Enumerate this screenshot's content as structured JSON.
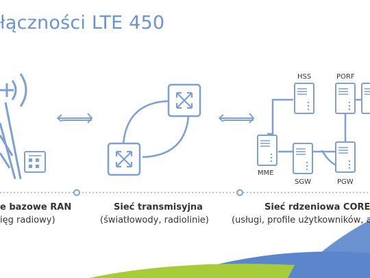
{
  "title": "łączności LTE 450",
  "nodes": {
    "hss": "HSS",
    "porf": "PORF",
    "mme": "MME",
    "sgw": "SGW",
    "pgw": "PGW"
  },
  "sections": {
    "ran": {
      "title": "e bazowe RAN",
      "subtitle": "ięg radiowy)"
    },
    "transmission": {
      "title": "Sieć transmisyjna",
      "subtitle": "(światłowody, radiolinie)"
    },
    "core": {
      "title": "Sieć rdzeniowa CORE",
      "subtitle": "(usługi, profile użytkowników, au"
    }
  },
  "colors": {
    "accent": "#6a93d1",
    "line": "#7b9fd6",
    "green": "#a7cc3a",
    "blue_shape": "#5b86cb"
  }
}
